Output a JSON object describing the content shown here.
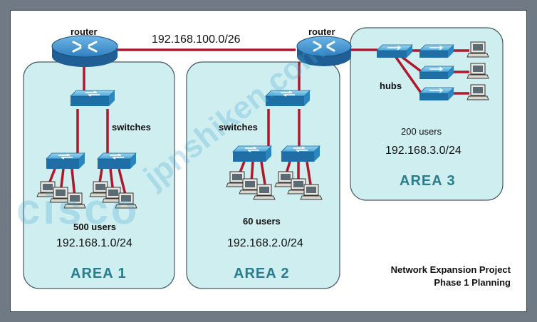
{
  "routers": [
    {
      "label": "router"
    },
    {
      "label": "router"
    }
  ],
  "wan_link": "192.168.100.0/26",
  "areas": [
    {
      "title": "AREA 1",
      "device_label": "switches",
      "users": "500 users",
      "subnet": "192.168.1.0/24"
    },
    {
      "title": "AREA 2",
      "device_label": "switches",
      "users": "60 users",
      "subnet": "192.168.2.0/24"
    },
    {
      "title": "AREA 3",
      "device_label": "hubs",
      "users": "200 users",
      "subnet": "192.168.3.0/24"
    }
  ],
  "project": {
    "line1": "Network Expansion Project",
    "line2": "Phase 1 Planning"
  },
  "watermarks": {
    "cisco": "cisco",
    "site": "jpnshiken.com"
  },
  "colors": {
    "frame": "#6f7a84",
    "area_fill": "#cfeef0",
    "area_border": "#4b5a60",
    "link": "#b0172a",
    "area_title": "#2a7d8c",
    "router": "#2d78b8",
    "switch": "#3aa0d8"
  }
}
